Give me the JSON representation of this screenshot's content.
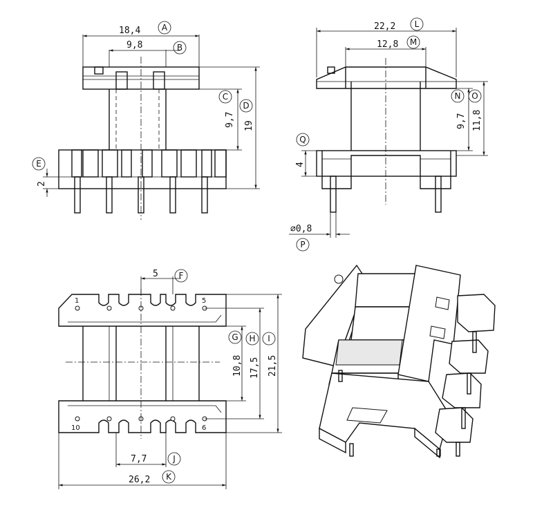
{
  "dimensions": {
    "A": "18,4",
    "B": "9,8",
    "C": "9,7",
    "D": "19",
    "E": "2",
    "L": "22,2",
    "M": "12,8",
    "N": "9,7",
    "O": "11,8",
    "Q": "4",
    "P": "∅0,8",
    "F": "5",
    "G": "10,8",
    "H": "17,5",
    "I": "21,5",
    "J": "7,7",
    "K": "26,2"
  },
  "labels": [
    "A",
    "B",
    "C",
    "D",
    "E",
    "F",
    "G",
    "H",
    "I",
    "J",
    "K",
    "L",
    "M",
    "N",
    "O",
    "P",
    "Q"
  ],
  "pins": {
    "top_left": "1",
    "top_right": "5",
    "bottom_left": "10",
    "bottom_right": "6"
  }
}
